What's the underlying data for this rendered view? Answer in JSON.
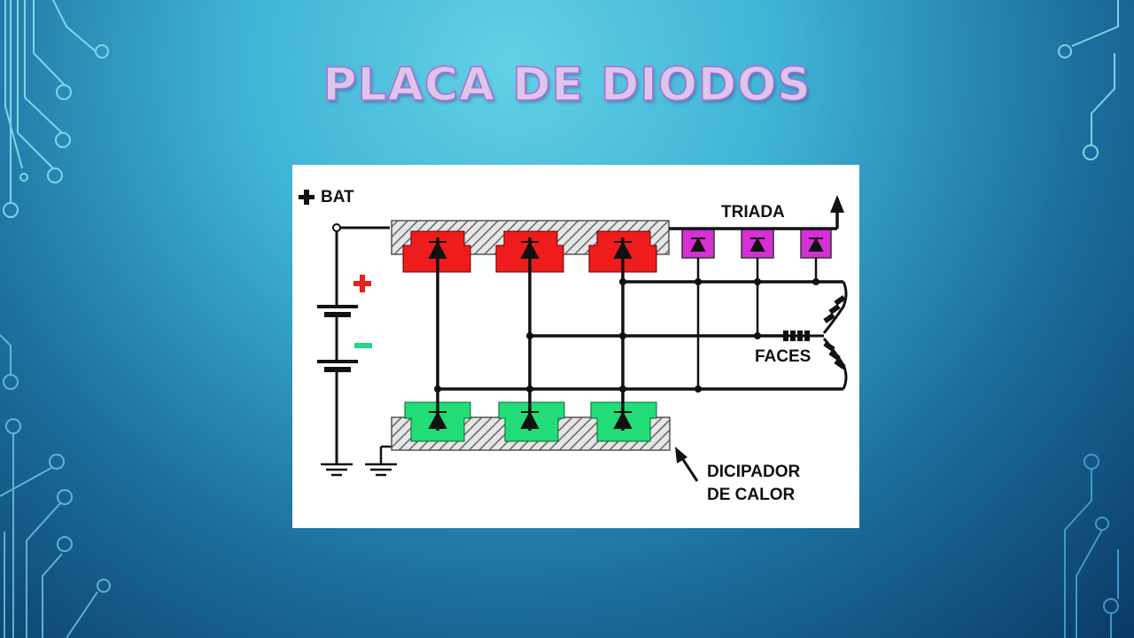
{
  "slide": {
    "title": "PLACA DE DIODOS"
  },
  "diagram": {
    "labels": {
      "bat": "BAT",
      "triada": "TRIADA",
      "faces": "FACES",
      "heatsink_line1": "DICIPADOR",
      "heatsink_line2": "DE CALOR"
    },
    "colors": {
      "positive_diodes": "#ee1c1c",
      "negative_diodes": "#22dd77",
      "triad_diodes": "#d52fd5",
      "plus_sign": "#e52121",
      "minus_sign": "#25d68a",
      "wires": "#111111"
    }
  }
}
